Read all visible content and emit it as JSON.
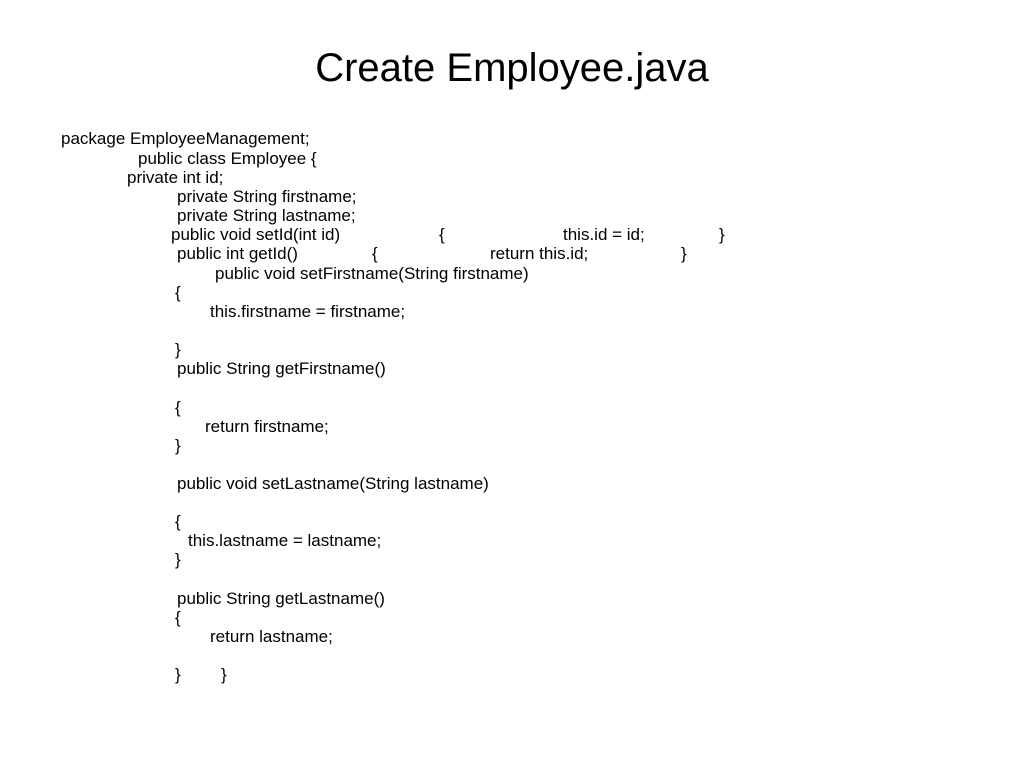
{
  "slide": {
    "title": "Create Employee.java"
  },
  "code": {
    "l01": "package EmployeeManagement;",
    "l02": "public class Employee {",
    "l03": "private int id;",
    "l04": "private String firstname;",
    "l05": "private String lastname;",
    "l06a": "public void setId(int id)",
    "l06b": "{",
    "l06c": "this.id = id;",
    "l06d": "}",
    "l07a": "public int getId()",
    "l07b": "{",
    "l07c": "return this.id;",
    "l07d": "}",
    "l08": "public void setFirstname(String firstname)",
    "l09": "{",
    "l10": "this.firstname = firstname;",
    "l11": "}",
    "l12": "public String getFirstname()",
    "l13": "{",
    "l14": "return firstname;",
    "l15": "}",
    "l16": "public void setLastname(String lastname)",
    "l17": "{",
    "l18": "this.lastname = lastname;",
    "l19": "}",
    "l20": "public String getLastname()",
    "l21": "{",
    "l22": "return lastname;",
    "l23a": "}",
    "l23b": "}"
  }
}
